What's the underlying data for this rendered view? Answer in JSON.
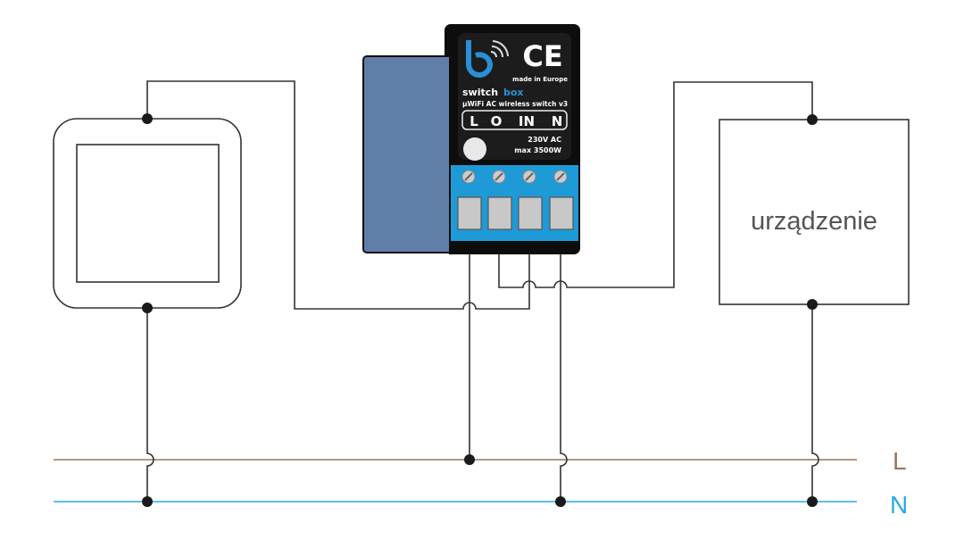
{
  "device_label": "urządzenie",
  "line_labels": {
    "L": "L",
    "N": "N"
  },
  "module": {
    "brand": "switchbox",
    "brand_part1": "switch",
    "brand_part2": "box",
    "model": "µWiFi AC wireless switch v3",
    "origin": "made in Europe",
    "ce_mark": "CE",
    "terminals": [
      "L",
      "O",
      "IN",
      "N"
    ],
    "rating_voltage": "230V AC",
    "rating_power": "max 3500W"
  },
  "colors": {
    "line_L": "#9a7658",
    "line_N": "#2aaae2",
    "module_body": "#0d0d0d",
    "module_tab": "#5f7fa8",
    "terminal_block": "#1e9ad6",
    "brand_accent": "#2a8fd6"
  }
}
